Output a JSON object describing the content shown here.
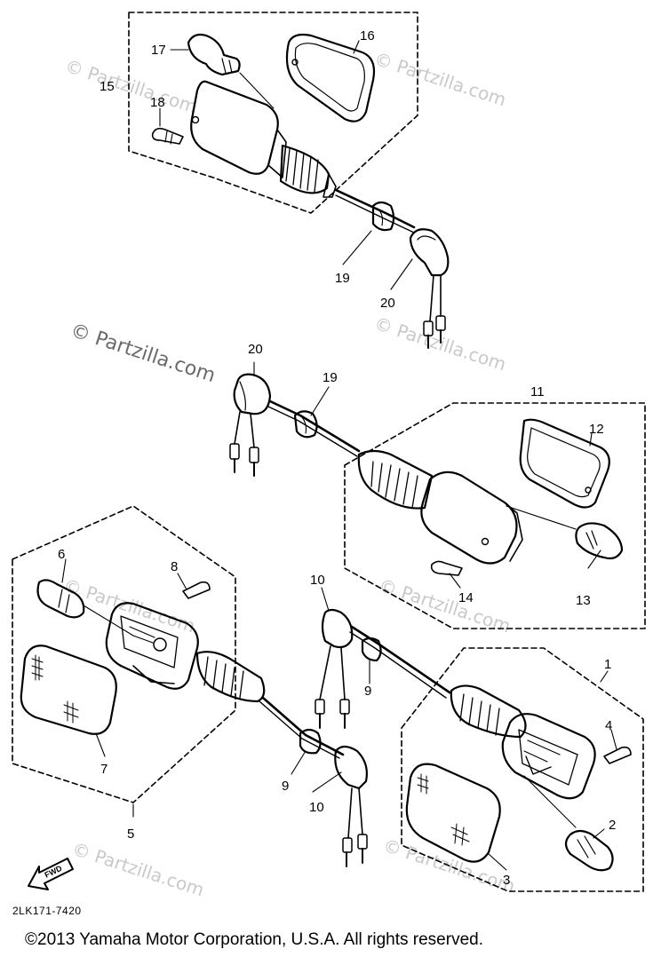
{
  "watermark": {
    "text": "© Partzilla.com",
    "prominent_line1": "© Partzilla.com"
  },
  "callouts": {
    "c1": "1",
    "c2": "2",
    "c3": "3",
    "c4": "4",
    "c5": "5",
    "c6": "6",
    "c7": "7",
    "c8": "8",
    "c9a": "9",
    "c9b": "9",
    "c10a": "10",
    "c10b": "10",
    "c11": "11",
    "c12": "12",
    "c13": "13",
    "c14": "14",
    "c15": "15",
    "c16": "16",
    "c17": "17",
    "c18": "18",
    "c19a": "19",
    "c19b": "19",
    "c20a": "20",
    "c20b": "20"
  },
  "fwd_label": "FWD",
  "diagram_code": "2LK171-7420",
  "copyright": "©2013 Yamaha Motor Corporation, U.S.A. All rights reserved."
}
